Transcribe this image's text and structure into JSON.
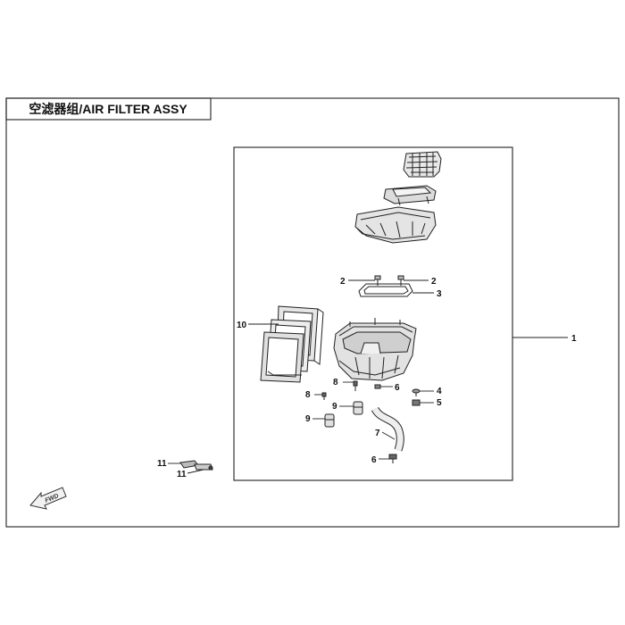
{
  "diagram": {
    "title": "空滤器组/AIR FILTER  ASSY",
    "fwd_label": "FWD",
    "callouts": {
      "c1": "1",
      "c2a": "2",
      "c2b": "2",
      "c3": "3",
      "c4": "4",
      "c5": "5",
      "c6a": "6",
      "c6b": "6",
      "c7": "7",
      "c8a": "8",
      "c8b": "8",
      "c9a": "9",
      "c9b": "9",
      "c10": "10",
      "c11a": "11",
      "c11b": "11"
    }
  }
}
